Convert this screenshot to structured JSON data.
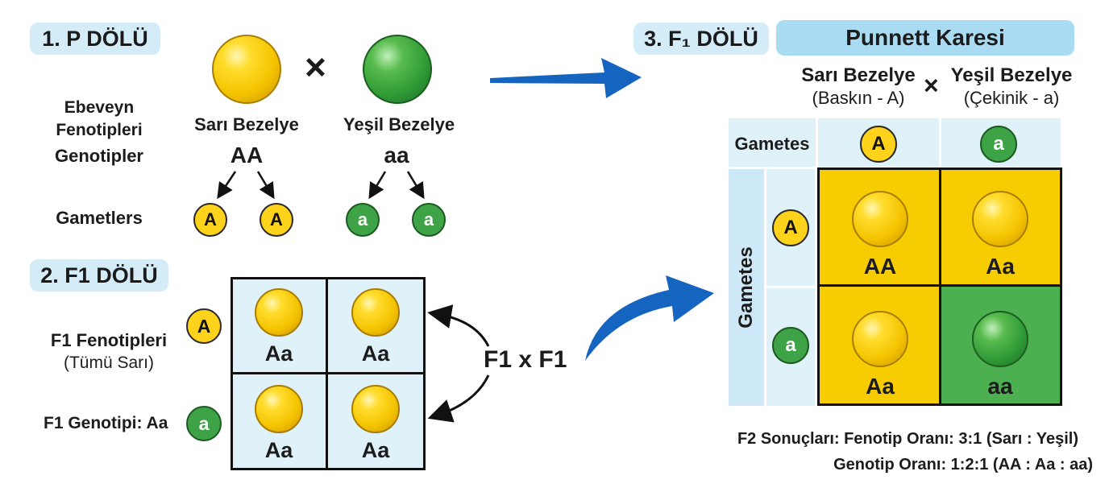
{
  "section1": {
    "heading": "1. P DÖLÜ",
    "labels": {
      "parent_phenotypes_line1": "Ebeveyn",
      "parent_phenotypes_line2": "Fenotipleri",
      "genotypes": "Genotipler",
      "gametes": "Gametlers"
    },
    "cross_symbol": "×",
    "parent1": {
      "name": "Sarı Bezelye",
      "genotype": "AA",
      "gametes": [
        "A",
        "A"
      ]
    },
    "parent2": {
      "name": "Yeşil Bezelye",
      "genotype": "aa",
      "gametes": [
        "a",
        "a"
      ]
    }
  },
  "section2": {
    "heading": "2. F1 DÖLÜ",
    "phenotype_label": "F1 Fenotipleri",
    "phenotype_note": "(Tümü Sarı)",
    "genotype_label": "F1 Genotipi: Aa",
    "row_alleles": [
      "A",
      "a"
    ],
    "cells": [
      "Aa",
      "Aa",
      "Aa",
      "Aa"
    ],
    "cross_label": "F1 x F1"
  },
  "section3": {
    "heading": "3. F₁ DÖLÜ",
    "punnett_title": "Punnett Karesi",
    "parent1": {
      "name": "Sarı Bezelye",
      "note": "(Baskın - A)"
    },
    "parent2": {
      "name": "Yeşil Bezelye",
      "note": "(Çekinik - a)"
    },
    "cross_symbol": "×",
    "gametes_label_top": "Gametes",
    "gametes_label_side": "Gametes",
    "col_alleles": [
      "A",
      "a"
    ],
    "row_alleles": [
      "A",
      "a"
    ],
    "cells": [
      {
        "genotype": "AA",
        "color": "yellow"
      },
      {
        "genotype": "Aa",
        "color": "yellow"
      },
      {
        "genotype": "Aa",
        "color": "yellow"
      },
      {
        "genotype": "aa",
        "color": "green"
      }
    ],
    "results_line1": "F2 Sonuçları: Fenotip Oranı: 3:1 (Sarı : Yeşil)",
    "results_line2": "Genotip Oranı: 1:2:1 (AA : Aa : aa)"
  },
  "colors": {
    "yellow_pea": "#f5c400",
    "green_pea": "#2f9a36",
    "light_blue": "#dff1f9",
    "arrow_blue": "#1565c0",
    "punnett_yellow": "#f7cc00",
    "punnett_green": "#4caf50"
  }
}
